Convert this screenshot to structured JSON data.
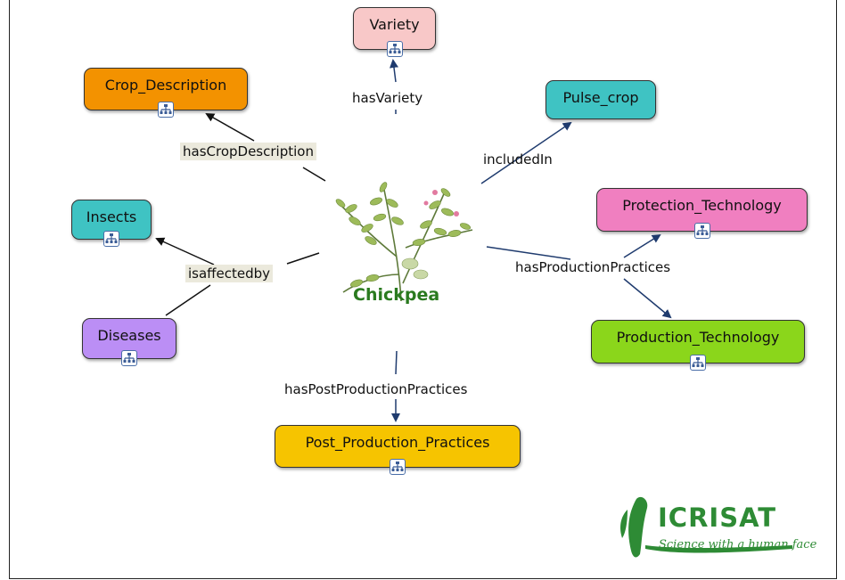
{
  "center": {
    "title": "Chickpea"
  },
  "nodes": {
    "variety": {
      "label": "Variety",
      "color": "#f8c8c8"
    },
    "crop_description": {
      "label": "Crop_Description",
      "color": "#f39200"
    },
    "pulse_crop": {
      "label": "Pulse_crop",
      "color": "#3fc3c3"
    },
    "insects": {
      "label": "Insects",
      "color": "#3fc3c3"
    },
    "protection_technology": {
      "label": "Protection_Technology",
      "color": "#f07fc0"
    },
    "diseases": {
      "label": "Diseases",
      "color": "#bb8ef5"
    },
    "production_technology": {
      "label": "Production_Technology",
      "color": "#8bd61b"
    },
    "post_production_practices": {
      "label": "Post_Production_Practices",
      "color": "#f6c400"
    }
  },
  "edges": {
    "has_variety": "hasVariety",
    "has_crop_description": "hasCropDescription",
    "included_in": "includedIn",
    "isaffectedby": "isaffectedby",
    "has_production_practices": "hasProductionPractices",
    "has_post_production_practices": "hasPostProductionPractices"
  },
  "logo": {
    "word": "ICRISAT",
    "tagline": "Science with a human face"
  },
  "icons": {
    "submap": "concept-map-icon",
    "plant": "chickpea-plant-image",
    "logo": "icrisat-logo"
  }
}
